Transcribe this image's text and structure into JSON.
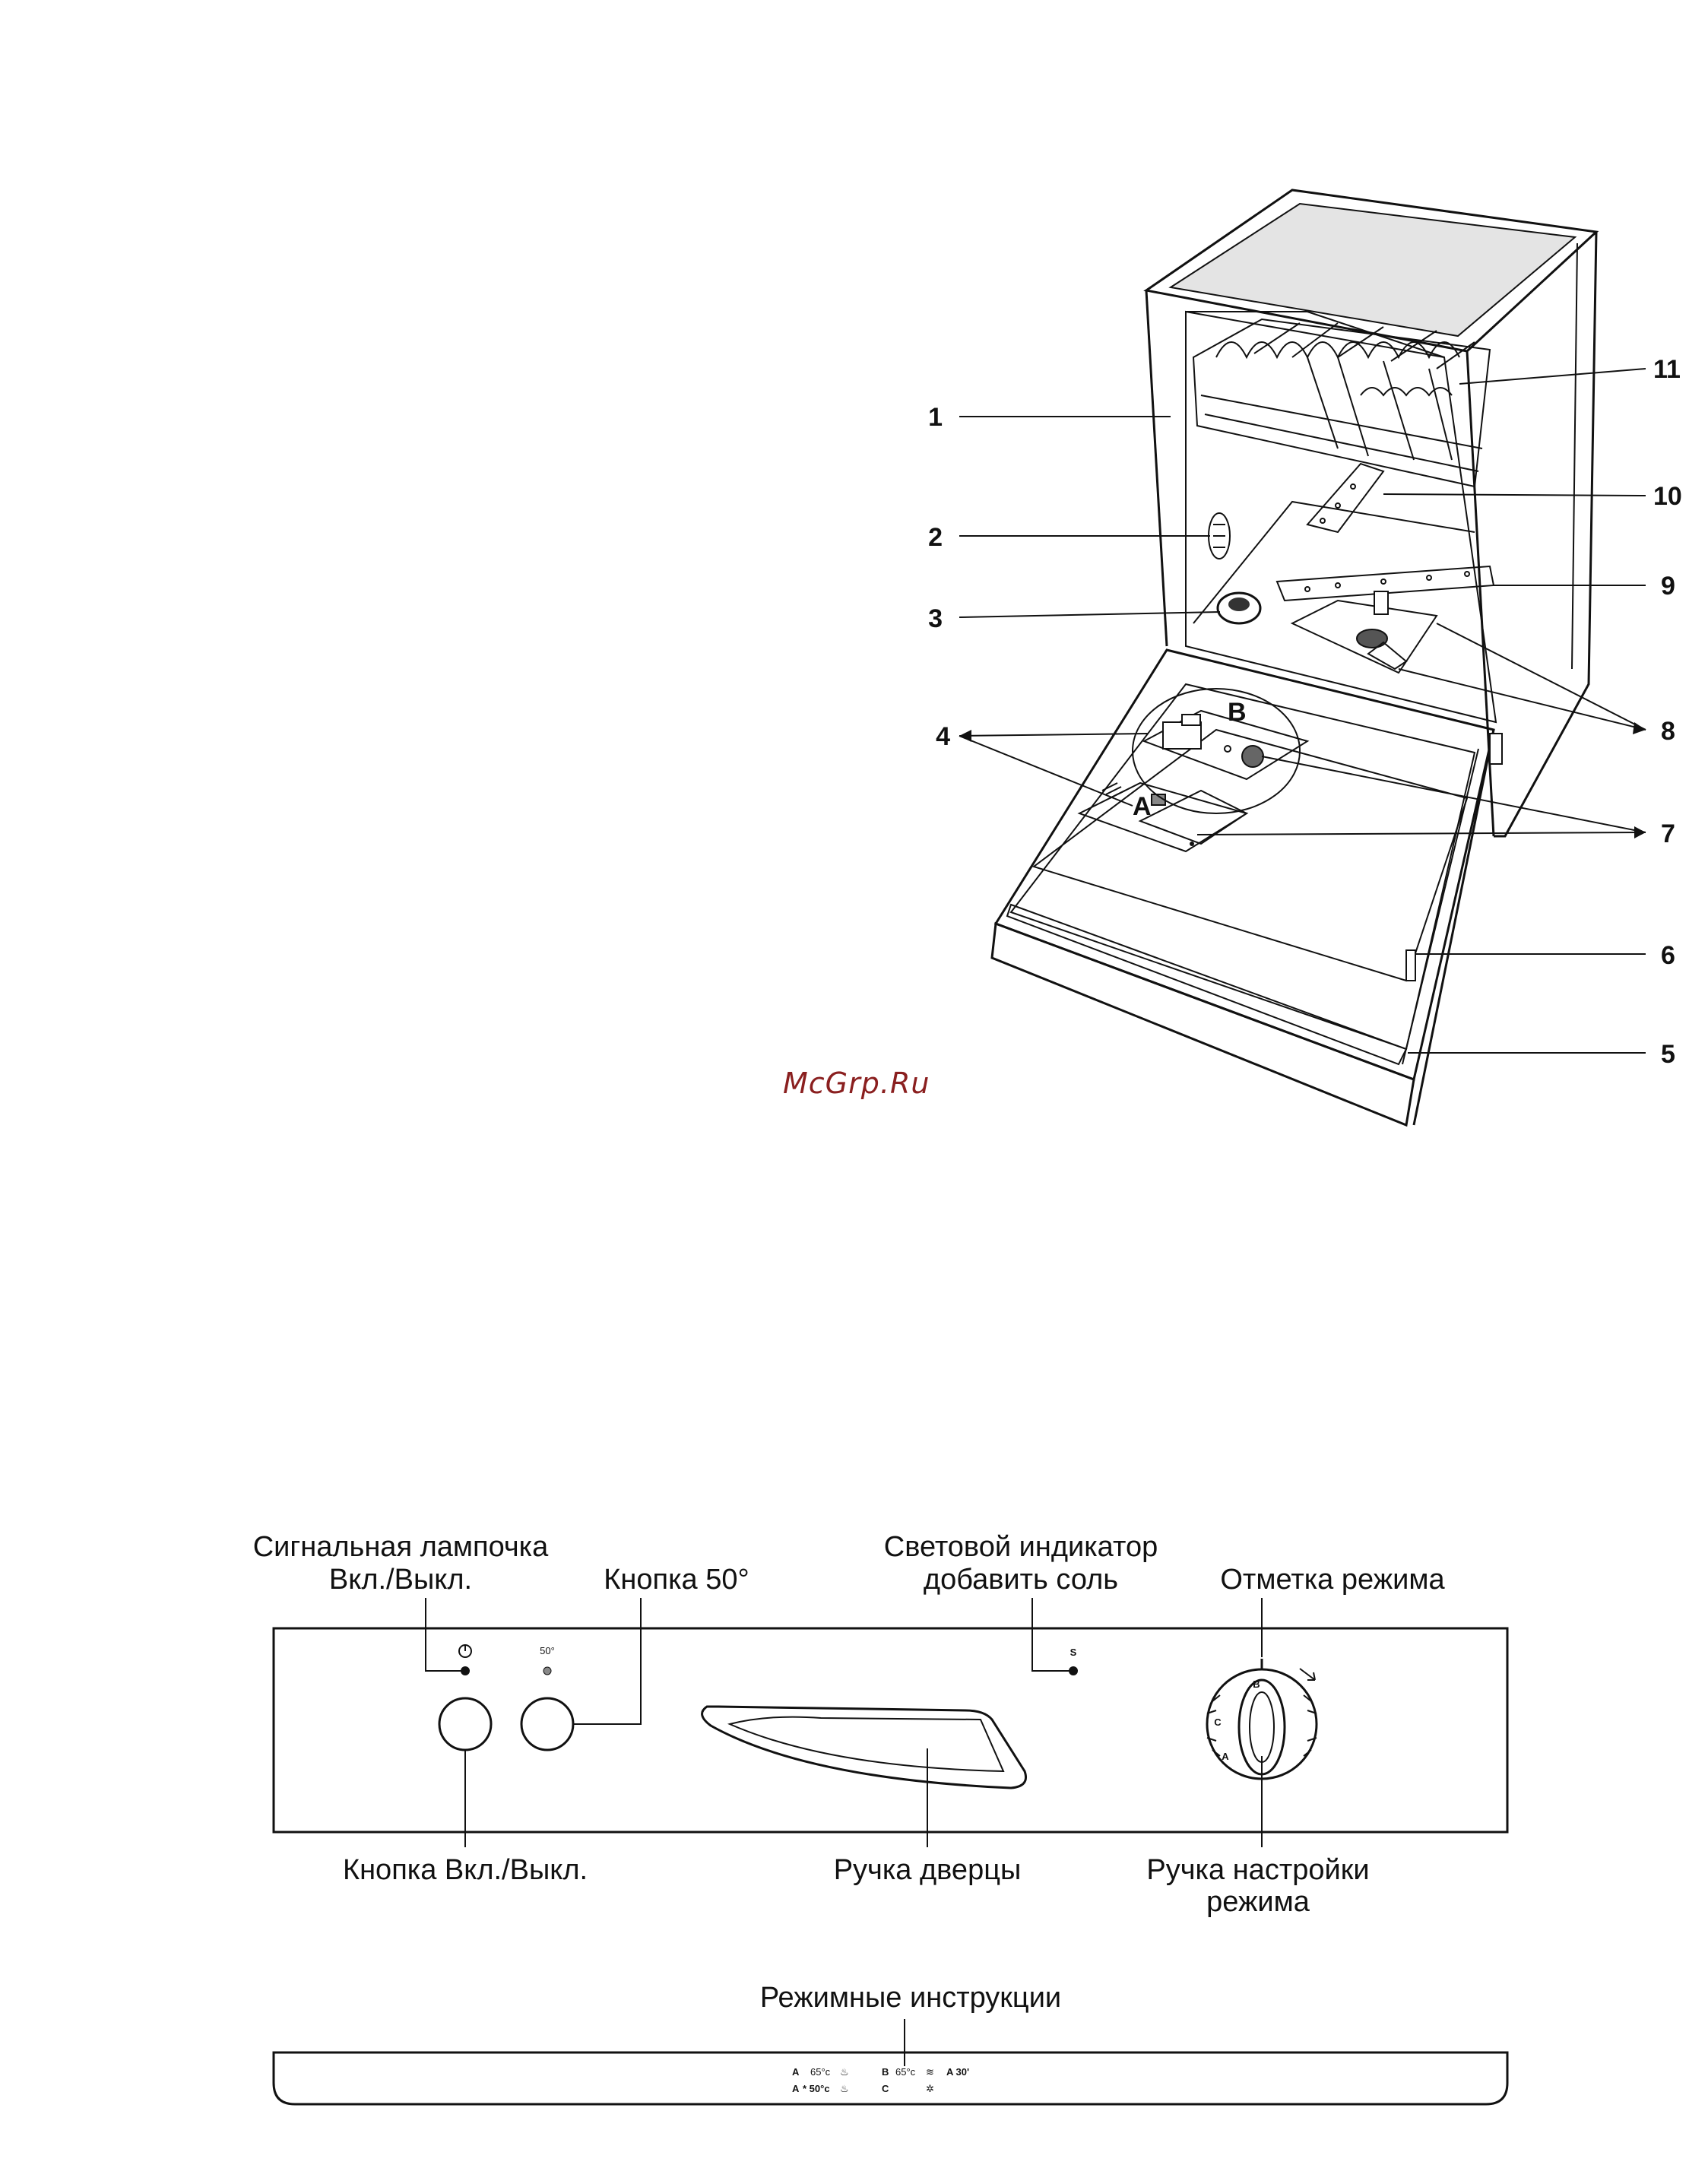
{
  "watermark": "McGrp.Ru",
  "dishwasher": {
    "callouts": [
      "1",
      "2",
      "3",
      "4",
      "5",
      "6",
      "7",
      "8",
      "9",
      "10",
      "11"
    ],
    "zoom_letters": {
      "a": "A",
      "b": "B"
    }
  },
  "control_panel": {
    "labels": {
      "power_lamp_line1": "Сигнальная лампочка",
      "power_lamp_line2": "Вкл./Выкл.",
      "button_50": "Кнопка 50°",
      "salt_line1": "Световой индикатор",
      "salt_line2": "добавить соль",
      "mode_mark": "Отметка режима",
      "power_button": "Кнопка Вкл./Выкл.",
      "door_handle": "Ручка дверцы",
      "knob_line1": "Ручка настройки",
      "knob_line2": "режима"
    },
    "panel_text": {
      "temp50": "50°",
      "salt_symbol": "S"
    },
    "dial_marks": [
      "B",
      "C",
      "A"
    ]
  },
  "mode_strip": {
    "label": "Режимные инструкции",
    "rows": [
      {
        "c1": "A",
        "c2": "65°c",
        "c3": "B",
        "c4": "65°c",
        "c5": "A 30'"
      },
      {
        "c1": "A",
        "c2": "* 50°c",
        "c3": "C",
        "c4": "",
        "c5": ""
      }
    ]
  }
}
